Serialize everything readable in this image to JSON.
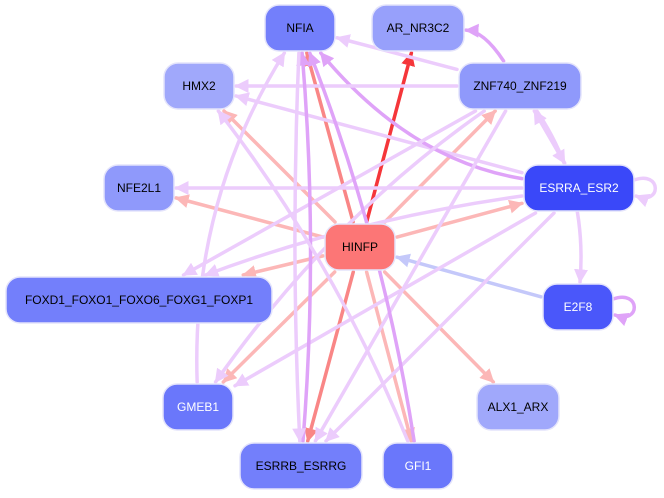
{
  "title": "Transcription factor regulatory network",
  "colors": {
    "edge_strong_red": "#f5363a",
    "edge_red": "#f98686",
    "edge_pink": "#fcb7b7",
    "edge_violet": "#dfa3f8",
    "edge_lavender": "#ecccfc",
    "edge_blue": "#c4c8fa",
    "node_center": "#fc7676"
  },
  "nodes": [
    {
      "id": "NFIA",
      "label": "NFIA",
      "fill": "#737ffb",
      "text_color": "#000000"
    },
    {
      "id": "AR_NR3C2",
      "label": "AR_NR3C2",
      "fill": "#97a0fb",
      "text_color": "#000000"
    },
    {
      "id": "HMX2",
      "label": "HMX2",
      "fill": "#a0a8fb",
      "text_color": "#000000"
    },
    {
      "id": "ZNF740_ZNF219",
      "label": "ZNF740_ZNF219",
      "fill": "#8f99fb",
      "text_color": "#000000"
    },
    {
      "id": "NFE2L1",
      "label": "NFE2L1",
      "fill": "#8f99fb",
      "text_color": "#000000"
    },
    {
      "id": "ESRRA_ESR2",
      "label": "ESRRA_ESR2",
      "fill": "#3a48f9",
      "text_color": "#ffffff"
    },
    {
      "id": "HINFP",
      "label": "HINFP",
      "fill": "#fc7676",
      "text_color": "#000000"
    },
    {
      "id": "FOXD1",
      "label": "FOXD1_FOXO1_FOXO6_FOXG1_FOXP1",
      "fill": "#737ffb",
      "text_color": "#000000"
    },
    {
      "id": "E2F8",
      "label": "E2F8",
      "fill": "#4a57fa",
      "text_color": "#ffffff"
    },
    {
      "id": "GMEB1",
      "label": "GMEB1",
      "fill": "#6a77fb",
      "text_color": "#ffffff"
    },
    {
      "id": "ALX1_ARX",
      "label": "ALX1_ARX",
      "fill": "#a0a8fb",
      "text_color": "#000000"
    },
    {
      "id": "ESRRB_ESRRG",
      "label": "ESRRB_ESRRG",
      "fill": "#737ffb",
      "text_color": "#000000"
    },
    {
      "id": "GFI1",
      "label": "GFI1",
      "fill": "#6a77fb",
      "text_color": "#ffffff"
    }
  ],
  "edges": [
    {
      "source": "HINFP",
      "target": "AR_NR3C2",
      "color": "edge_strong_red"
    },
    {
      "source": "HINFP",
      "target": "NFIA",
      "color": "edge_red"
    },
    {
      "source": "HINFP",
      "target": "ESRRB_ESRRG",
      "color": "edge_red"
    },
    {
      "source": "HINFP",
      "target": "HMX2",
      "color": "edge_pink"
    },
    {
      "source": "HINFP",
      "target": "NFE2L1",
      "color": "edge_pink"
    },
    {
      "source": "HINFP",
      "target": "FOXD1",
      "color": "edge_pink"
    },
    {
      "source": "HINFP",
      "target": "GMEB1",
      "color": "edge_pink"
    },
    {
      "source": "HINFP",
      "target": "GFI1",
      "color": "edge_pink"
    },
    {
      "source": "HINFP",
      "target": "ALX1_ARX",
      "color": "edge_pink"
    },
    {
      "source": "HINFP",
      "target": "ZNF740_ZNF219",
      "color": "edge_pink"
    },
    {
      "source": "HINFP",
      "target": "ESRRA_ESR2",
      "color": "edge_pink"
    },
    {
      "source": "E2F8",
      "target": "HINFP",
      "color": "edge_blue"
    },
    {
      "source": "E2F8",
      "target": "E2F8",
      "color": "edge_violet"
    },
    {
      "source": "ESRRA_ESR2",
      "target": "ESRRA_ESR2",
      "color": "edge_lavender"
    },
    {
      "source": "ESRRA_ESR2",
      "target": "NFE2L1",
      "color": "edge_lavender"
    },
    {
      "source": "ESRRA_ESR2",
      "target": "HMX2",
      "color": "edge_lavender"
    },
    {
      "source": "ESRRA_ESR2",
      "target": "NFIA",
      "color": "edge_violet"
    },
    {
      "source": "ESRRA_ESR2",
      "target": "FOXD1",
      "color": "edge_lavender"
    },
    {
      "source": "ESRRA_ESR2",
      "target": "GMEB1",
      "color": "edge_lavender"
    },
    {
      "source": "ESRRA_ESR2",
      "target": "ESRRB_ESRRG",
      "color": "edge_lavender"
    },
    {
      "source": "ESRRA_ESR2",
      "target": "ZNF740_ZNF219",
      "color": "edge_lavender"
    },
    {
      "source": "ZNF740_ZNF219",
      "target": "HMX2",
      "color": "edge_lavender"
    },
    {
      "source": "ZNF740_ZNF219",
      "target": "NFIA",
      "color": "edge_lavender"
    },
    {
      "source": "ZNF740_ZNF219",
      "target": "AR_NR3C2",
      "color": "edge_violet"
    },
    {
      "source": "ZNF740_ZNF219",
      "target": "ESRRA_ESR2",
      "color": "edge_lavender"
    },
    {
      "source": "ZNF740_ZNF219",
      "target": "E2F8",
      "color": "edge_lavender"
    },
    {
      "source": "ZNF740_ZNF219",
      "target": "FOXD1",
      "color": "edge_lavender"
    },
    {
      "source": "ZNF740_ZNF219",
      "target": "GMEB1",
      "color": "edge_lavender"
    },
    {
      "source": "ZNF740_ZNF219",
      "target": "ESRRB_ESRRG",
      "color": "edge_lavender"
    },
    {
      "source": "GFI1",
      "target": "NFIA",
      "color": "edge_violet"
    },
    {
      "source": "GMEB1",
      "target": "NFIA",
      "color": "edge_lavender"
    },
    {
      "source": "ESRRB_ESRRG",
      "target": "NFIA",
      "color": "edge_violet"
    },
    {
      "source": "GFI1",
      "target": "HMX2",
      "color": "edge_lavender"
    },
    {
      "source": "NFIA",
      "target": "ESRRB_ESRRG",
      "color": "edge_lavender"
    }
  ]
}
